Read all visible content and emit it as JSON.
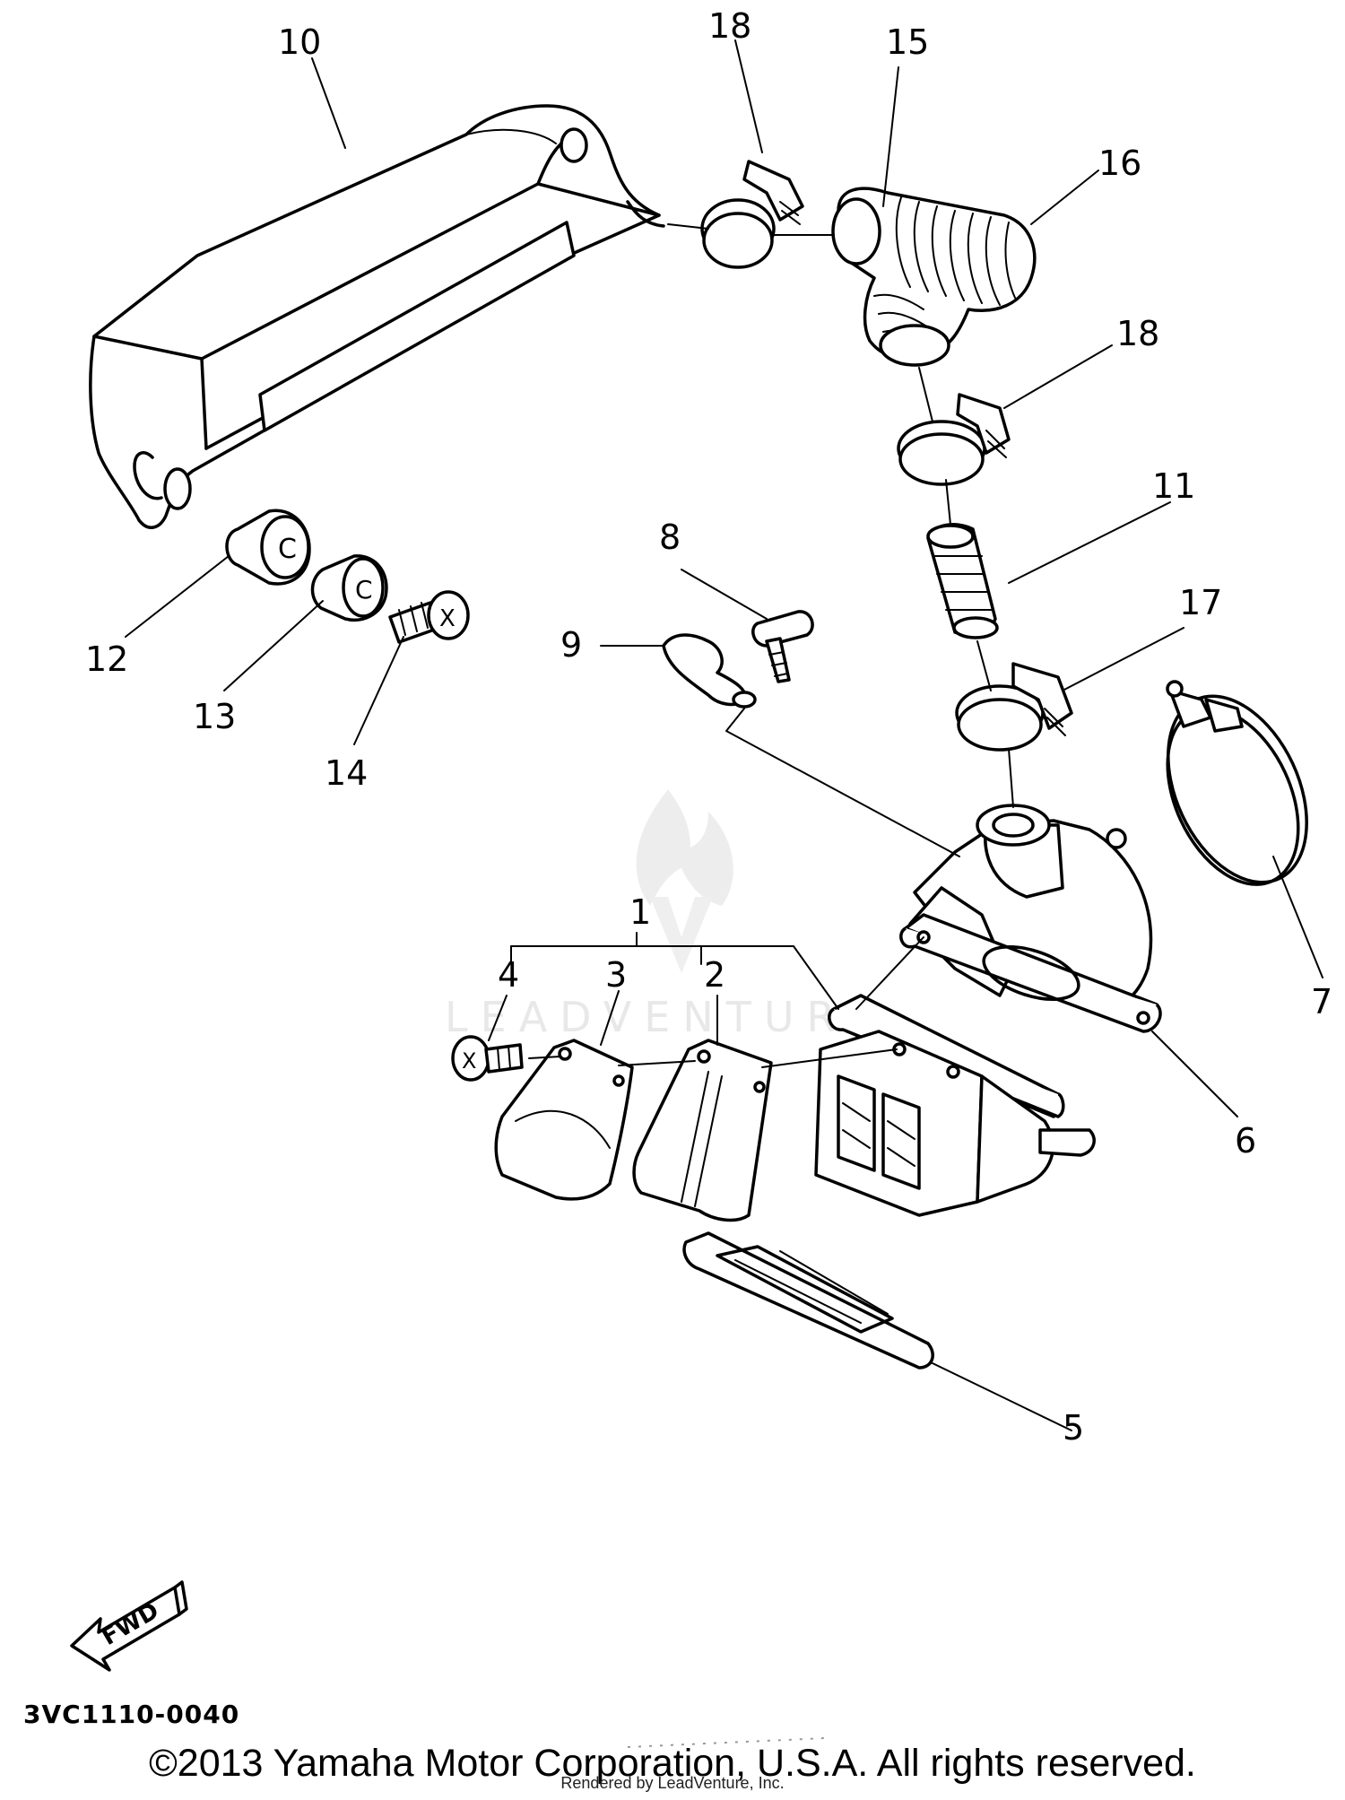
{
  "diagram": {
    "callouts": [
      {
        "id": "c1",
        "label": "1"
      },
      {
        "id": "c2",
        "label": "2"
      },
      {
        "id": "c3",
        "label": "3"
      },
      {
        "id": "c4",
        "label": "4"
      },
      {
        "id": "c5",
        "label": "5"
      },
      {
        "id": "c6",
        "label": "6"
      },
      {
        "id": "c7",
        "label": "7"
      },
      {
        "id": "c8",
        "label": "8"
      },
      {
        "id": "c9",
        "label": "9"
      },
      {
        "id": "c10",
        "label": "10"
      },
      {
        "id": "c11",
        "label": "11"
      },
      {
        "id": "c12",
        "label": "12"
      },
      {
        "id": "c13",
        "label": "13"
      },
      {
        "id": "c14",
        "label": "14"
      },
      {
        "id": "c15",
        "label": "15"
      },
      {
        "id": "c16",
        "label": "16"
      },
      {
        "id": "c17",
        "label": "17"
      },
      {
        "id": "c18a",
        "label": "18"
      },
      {
        "id": "c18b",
        "label": "18"
      }
    ],
    "fwd_label": "FWD",
    "bolt_marks": {
      "screw_13": "X",
      "bolt_4": "X",
      "washer_14": "C",
      "grommet_12": "C"
    }
  },
  "watermark": "LEADVENTURE",
  "document_code": "3VC1110-0040",
  "copyright": "©2013 Yamaha Motor Corporation, U.S.A. All rights reserved.",
  "rendered_by": "Rendered by LeadVenture, Inc."
}
